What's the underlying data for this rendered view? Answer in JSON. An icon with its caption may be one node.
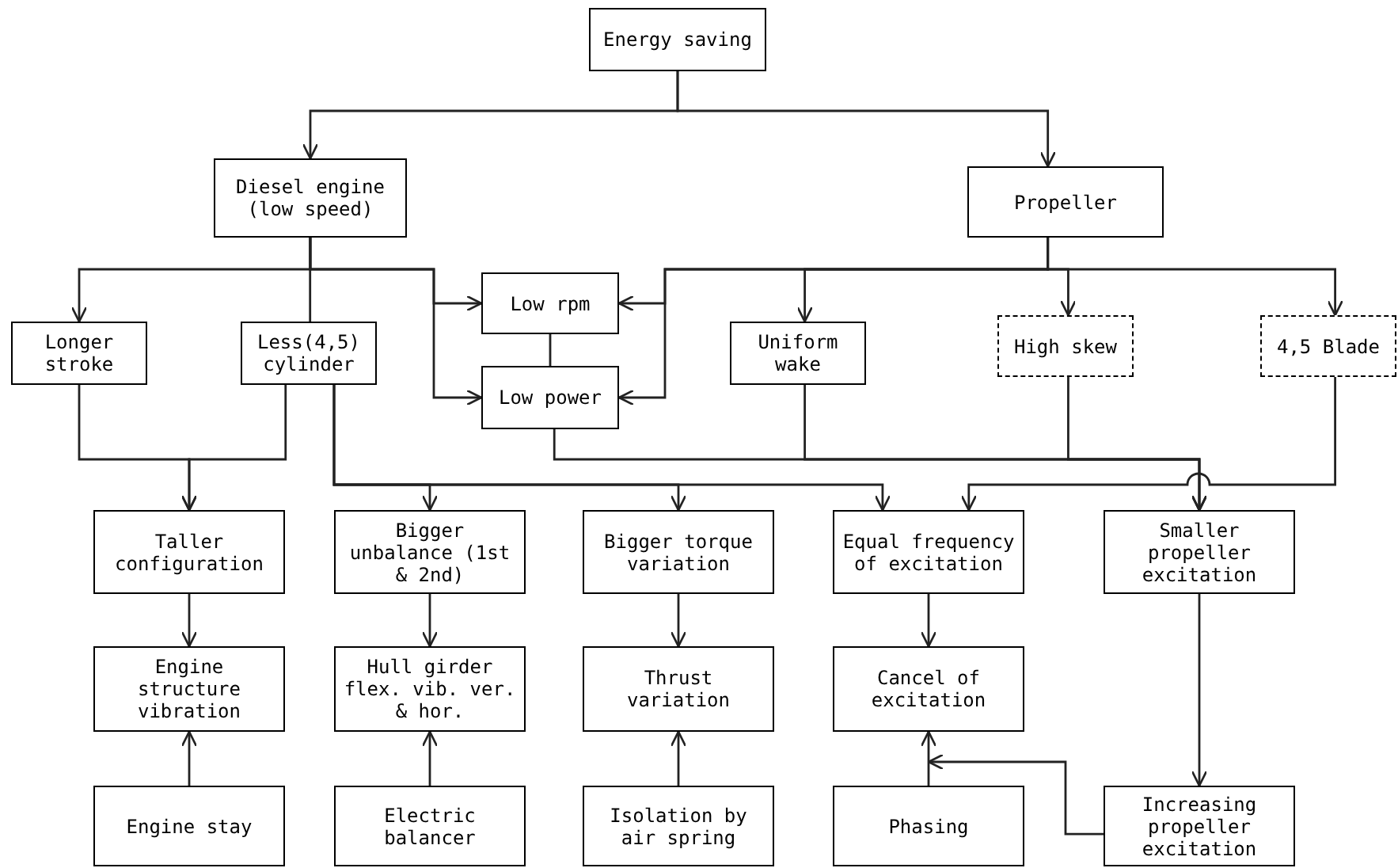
{
  "diagram": {
    "nodes": [
      {
        "text": [
          "Energy saving"
        ]
      },
      {
        "text": [
          "Diesel engine (low speed)"
        ]
      },
      {
        "text": [
          "Propeller"
        ]
      },
      {
        "text": [
          "Longer stroke"
        ]
      },
      {
        "text": [
          "Less(4,5) cylinder"
        ]
      },
      {
        "text": [
          "Low rpm"
        ]
      },
      {
        "text": [
          "Low power"
        ]
      },
      {
        "text": [
          "Uniform wake"
        ]
      },
      {
        "text": [
          "High skew"
        ]
      },
      {
        "text": [
          "4,5 Blade"
        ]
      },
      {
        "text": [
          "Taller configuration"
        ]
      },
      {
        "text": [
          "Bigger unbalance (1st & 2nd)"
        ]
      },
      {
        "text": [
          "Bigger torque variation"
        ]
      },
      {
        "text": [
          "Equal frequency of excitation"
        ]
      },
      {
        "text": [
          "Smaller propeller excitation"
        ]
      },
      {
        "text": [
          "Engine structure vibration"
        ]
      },
      {
        "text": [
          "Hull girder flex. vib. ver. & hor."
        ]
      },
      {
        "text": [
          "Thrust variation"
        ]
      },
      {
        "text": [
          "Cancel of excitation"
        ]
      },
      {
        "text": [
          "Engine stay"
        ]
      },
      {
        "text": [
          "Electric balancer"
        ]
      },
      {
        "text": [
          "Isolation by air spring"
        ]
      },
      {
        "text": [
          "Phasing"
        ]
      },
      {
        "text": [
          "Increasing propeller excitation"
        ]
      }
    ],
    "edges": [
      {
        "from": 0,
        "to": 1,
        "arrow": "to"
      },
      {
        "from": 0,
        "to": 2,
        "arrow": "to"
      },
      {
        "from": 1,
        "to": 3,
        "arrow": "to"
      },
      {
        "from": 1,
        "to": 4,
        "arrow": "none"
      },
      {
        "from": 1,
        "to": 5,
        "arrow": "to"
      },
      {
        "from": 1,
        "to": 6,
        "arrow": "to"
      },
      {
        "from": 2,
        "to": 5,
        "arrow": "to"
      },
      {
        "from": 2,
        "to": 6,
        "arrow": "to"
      },
      {
        "from": 2,
        "to": 7,
        "arrow": "to"
      },
      {
        "from": 2,
        "to": 8,
        "arrow": "to"
      },
      {
        "from": 2,
        "to": 9,
        "arrow": "to"
      },
      {
        "from": 5,
        "to": 6,
        "arrow": "none"
      },
      {
        "from": 3,
        "to": 10,
        "arrow": "to"
      },
      {
        "from": 4,
        "to": 10,
        "arrow": "to"
      },
      {
        "from": 4,
        "to": 11,
        "arrow": "to"
      },
      {
        "from": 4,
        "to": 12,
        "arrow": "to"
      },
      {
        "from": 6,
        "to": 14,
        "arrow": "to"
      },
      {
        "from": 7,
        "to": 14,
        "arrow": "to"
      },
      {
        "from": 8,
        "to": 14,
        "arrow": "to"
      },
      {
        "from": 4,
        "to": 13,
        "arrow": "to"
      },
      {
        "from": 9,
        "to": 13,
        "arrow": "to"
      },
      {
        "from": 10,
        "to": 15,
        "arrow": "to"
      },
      {
        "from": 11,
        "to": 16,
        "arrow": "to"
      },
      {
        "from": 12,
        "to": 17,
        "arrow": "to"
      },
      {
        "from": 13,
        "to": 18,
        "arrow": "to"
      },
      {
        "from": 14,
        "to": 23,
        "arrow": "to"
      },
      {
        "from": 19,
        "to": 15,
        "arrow": "to"
      },
      {
        "from": 20,
        "to": 16,
        "arrow": "to"
      },
      {
        "from": 21,
        "to": 17,
        "arrow": "to"
      },
      {
        "from": 22,
        "to": 18,
        "arrow": "to"
      },
      {
        "from": 23,
        "to": 18,
        "arrow": "to"
      }
    ]
  }
}
